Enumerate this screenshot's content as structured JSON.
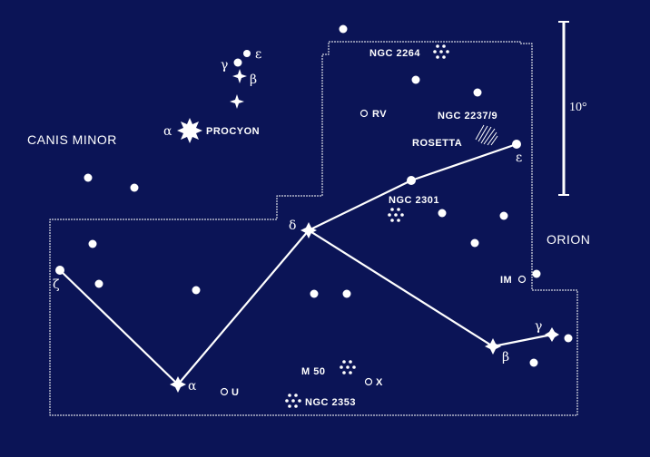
{
  "colors": {
    "background": "#0b1456",
    "ink": "#ffffff"
  },
  "labels": {
    "canis_minor": "CANIS MINOR",
    "orion": "ORION",
    "procyon": "PROCYON",
    "alpha_cmi": "α",
    "beta_cmi": "β",
    "gamma_cmi": "γ",
    "epsilon_cmi": "ε",
    "delta": "δ",
    "zeta": "ζ",
    "alpha_mon": "α",
    "beta_mon": "β",
    "gamma_mon": "γ",
    "epsilon_mon": "ε",
    "ngc2264": "NGC 2264",
    "ngc2237": "NGC 2237/9",
    "rosetta": "ROSETTA",
    "ngc2301": "NGC 2301",
    "m50": "M 50",
    "ngc2353": "NGC 2353",
    "rv": "RV",
    "u": "U",
    "x": "X",
    "im": "IM",
    "scale": "10°"
  }
}
